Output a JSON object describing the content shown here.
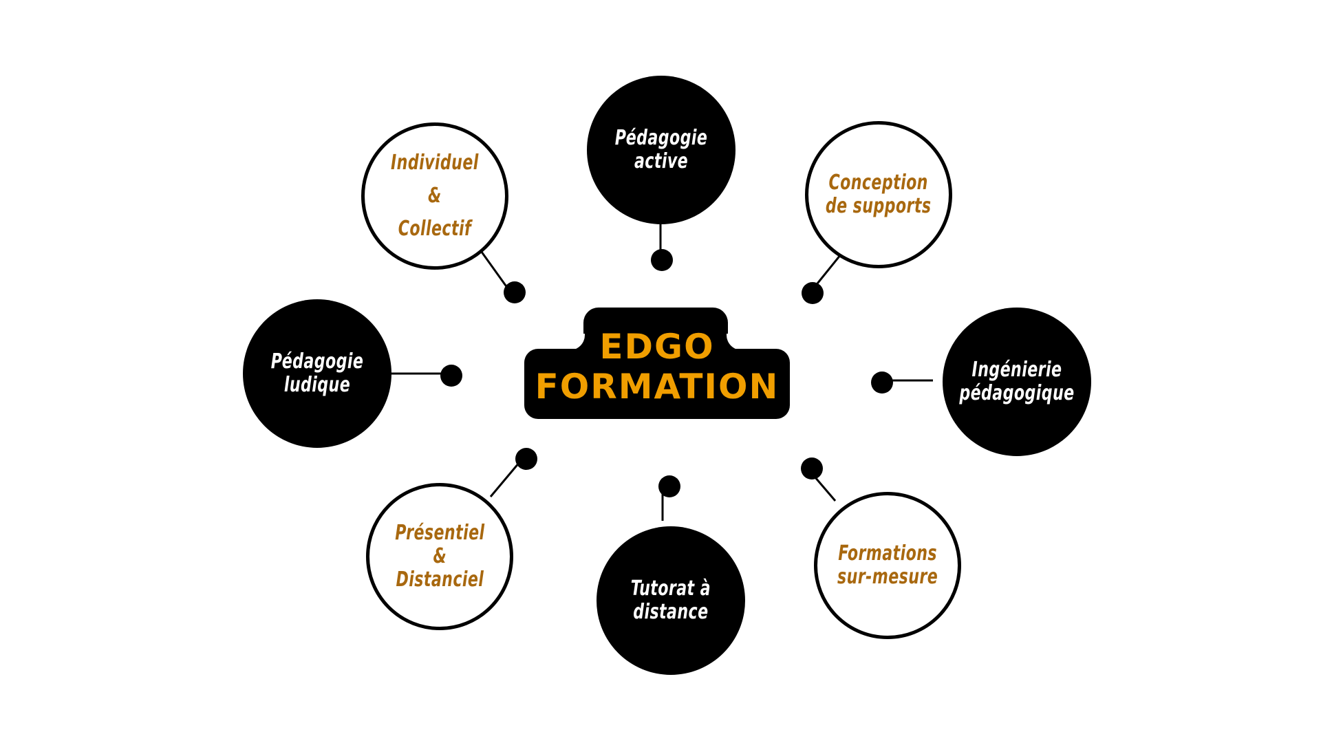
{
  "diagram": {
    "type": "hub-and-spoke mind map",
    "colors": {
      "background": "#FFFFFF",
      "node_dark": "#000000",
      "node_light_border": "#000000",
      "text_on_dark": "#FFFFFF",
      "text_on_light": "#A8680F",
      "center_text": "#F09E00"
    },
    "center": {
      "line1": "EDGO",
      "line2": "FORMATION",
      "text": "EDGO\nFORMATION"
    },
    "nodes": [
      {
        "id": "pedagogie-active",
        "label": "Pédagogie\nactive",
        "style": "dark",
        "position": "top"
      },
      {
        "id": "conception-supports",
        "label": "Conception\nde supports",
        "style": "light",
        "position": "top-right"
      },
      {
        "id": "ingenierie-pedagogique",
        "label": "Ingénierie\npédagogique",
        "style": "dark",
        "position": "right"
      },
      {
        "id": "formations-sur-mesure",
        "label": "Formations\nsur-mesure",
        "style": "light",
        "position": "bottom-right"
      },
      {
        "id": "tutorat-distance",
        "label": "Tutorat à\ndistance",
        "style": "dark",
        "position": "bottom"
      },
      {
        "id": "presentiel-distanciel",
        "label": "Présentiel\n&\nDistanciel",
        "style": "light",
        "position": "bottom-left"
      },
      {
        "id": "pedagogie-ludique",
        "label": "Pédagogie\nludique",
        "style": "dark",
        "position": "left"
      },
      {
        "id": "individuel-collectif",
        "label": "Individuel\n&\nCollectif",
        "style": "light",
        "position": "top-left"
      }
    ]
  }
}
